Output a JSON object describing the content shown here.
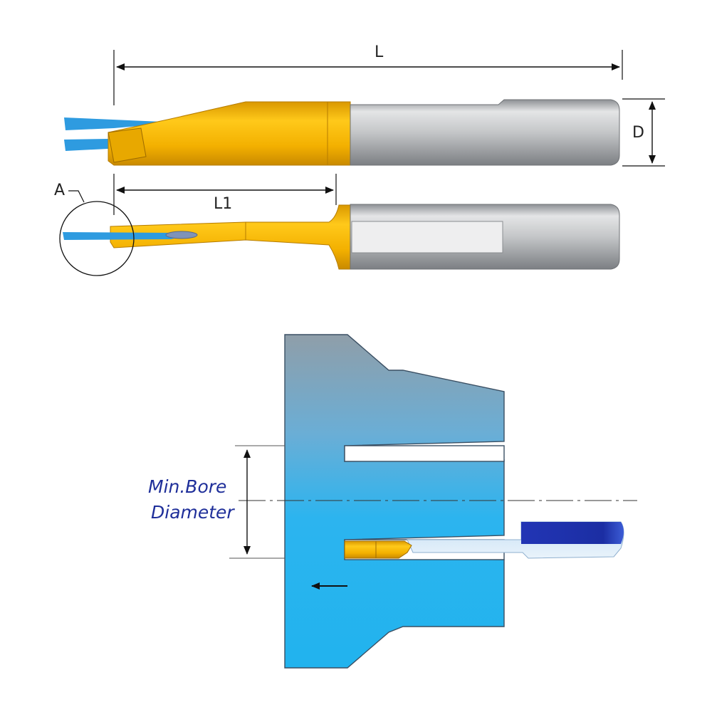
{
  "labels": {
    "overall_length": "L",
    "diameter": "D",
    "cutting_length": "L1",
    "detail": "A",
    "bore_line1": "Min.Bore",
    "bore_line2": "Diameter"
  },
  "colors": {
    "carbide_gold": "#f2b200",
    "shank_gray": "#b5b7ba",
    "coolant_blue": "#2e9be0",
    "workpiece_blue": "#27b5ee",
    "bar_navy": "#1a2ea8",
    "label_blue": "#1f2f9a"
  }
}
